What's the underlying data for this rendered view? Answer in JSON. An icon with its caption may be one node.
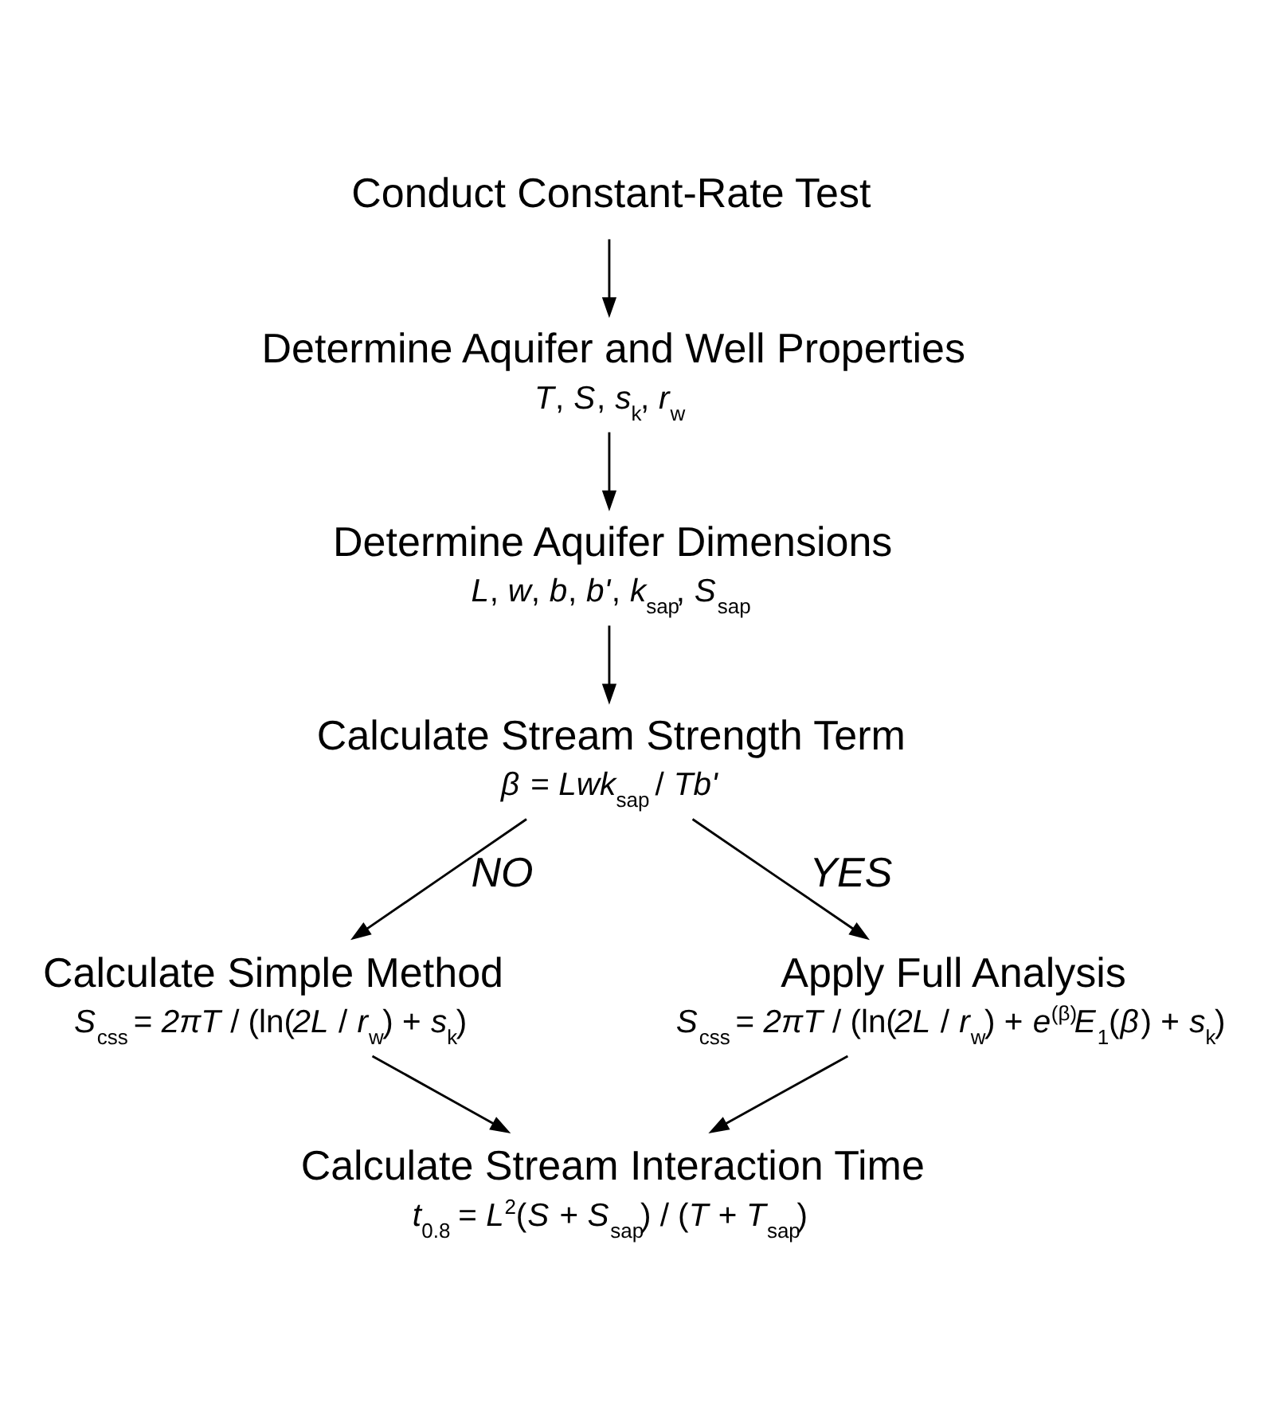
{
  "diagram": {
    "nodes": [
      {
        "text": [
          "Conduct Constant-Rate Test"
        ]
      },
      {
        "text": [
          "Determine Aquifer and Well Properties",
          "*T*, *S*, *s*$_{k}$, *r*$_{w}$"
        ]
      },
      {
        "text": [
          "Determine Aquifer Dimensions",
          "*L*, *w*, *b*, *b'*, *k*$_{sap}$, *S*$_{sap}$"
        ]
      },
      {
        "text": [
          "Calculate Stream Strength Term",
          "*β* = *Lwk*$_{sap}$ / *Tb'*"
        ]
      },
      {
        "text": [
          "Calculate Simple Method",
          "*S*$_{css}$ = *2πT* / (ln(*2L* / *r*$_{w}$) + *s*$_{k}$)"
        ]
      },
      {
        "text": [
          "Apply Full Analysis",
          "*S*$_{css}$ = *2πT* / (ln(*2L* / *r*$_{w}$) + *e*$^{(β)}$*E*$_{1}$(*β*) + *s*$_{k}$)"
        ]
      },
      {
        "text": [
          "Calculate Stream Interaction Time",
          "*t*$_{0.8}$ = *L*$^{2}$(*S* + *S*$_{sap}$) / (*T* + *T*$_{sap}$)"
        ]
      }
    ],
    "edges": [
      {
        "from": 0,
        "to": 1,
        "arrow": "to"
      },
      {
        "from": 1,
        "to": 2,
        "arrow": "to"
      },
      {
        "from": 2,
        "to": 3,
        "arrow": "to"
      },
      {
        "from": 3,
        "to": 4,
        "arrow": "to",
        "label": "NO"
      },
      {
        "from": 3,
        "to": 5,
        "arrow": "to",
        "label": "YES"
      },
      {
        "from": 4,
        "to": 6,
        "arrow": "to"
      },
      {
        "from": 5,
        "to": 6,
        "arrow": "to"
      }
    ]
  }
}
